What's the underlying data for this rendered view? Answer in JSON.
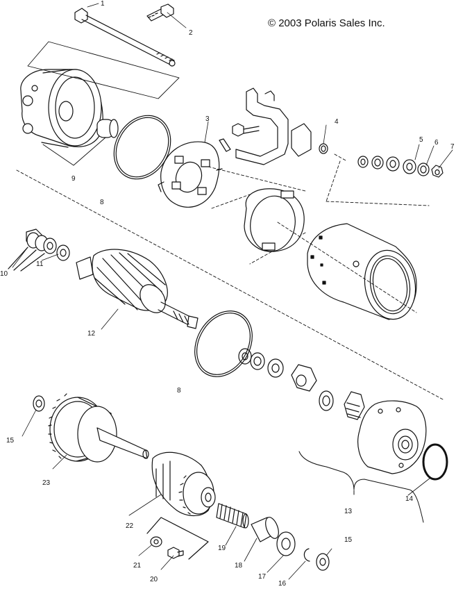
{
  "copyright": "© 2003 Polaris Sales Inc.",
  "callouts": [
    "1",
    "2",
    "3",
    "4",
    "5",
    "6",
    "7",
    "8",
    "9",
    "8",
    "10",
    "11",
    "12",
    "13",
    "14",
    "15",
    "15",
    "16",
    "17",
    "18",
    "19",
    "20",
    "21",
    "22",
    "23"
  ]
}
